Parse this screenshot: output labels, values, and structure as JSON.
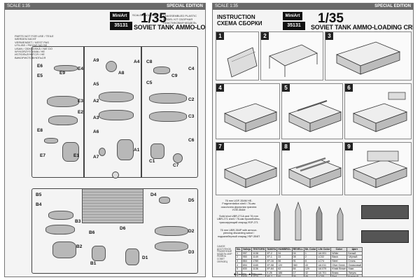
{
  "left_page": {
    "scale_label": "SCALE 1:35",
    "edition": "SPECIAL EDITION",
    "brand": "MiniArt",
    "code": "35131",
    "scale_big": "1/35",
    "scale_sub": "SCALE МАСШТАБ",
    "kit_text": "UNASSEMBLED PLASTIC MODEL KIT СБОРНАЯ ПЛАСТИКОВАЯ МОДЕЛЬ",
    "title": "SOVIET TANK AMMO-LOADING CREW",
    "parts_note": "PARTS NOT FOR USE / TEILE WERDEN NICHT VERWENDET / N'EST PAS UTILISE / PIEZAS NO SE USAN / ODKUDSKÁ / NIE DO WYKORZYSTANIA / НЕ ИСПОЛЬЗУЮТСЯ / НЕ ВИКОРИСТОВУЮТЬСЯ",
    "upper_labels": [
      "E6",
      "E5",
      "E9",
      "E4",
      "E2",
      "E3",
      "E8",
      "E7",
      "E1",
      "A9",
      "A5",
      "A4",
      "A8",
      "A2",
      "A3",
      "A6",
      "A7",
      "A1",
      "C8",
      "C5",
      "C9",
      "C4",
      "C2",
      "C3",
      "C6",
      "C1",
      "C7"
    ],
    "lower_labels": [
      "B5",
      "B4",
      "B3",
      "B6",
      "B2",
      "B1",
      "D4",
      "D5",
      "D6",
      "D2",
      "D3",
      "D1"
    ]
  },
  "right_page": {
    "scale_label": "SCALE 1:35",
    "edition": "SPECIAL EDITION",
    "brand": "MiniArt",
    "code": "35131",
    "scale_big": "1/35",
    "title": "SOVIET TANK AMMO-LOADING CREW",
    "instruction_en": "INSTRUCTION",
    "instruction_ru": "СХЕМА СБОРКИ",
    "steps": [
      "1",
      "2",
      "3",
      "4",
      "5",
      "6",
      "7",
      "8",
      "9"
    ],
    "ammo_notes": [
      "76 mm UOF-354M HE-Fragmentation shell / 76-мм осколочно-фугасная граната УОФ-354М",
      "Solid shot UBR-271A and 76 mm UBR-271 shell / 76-мм бронебойно-трассирующий снаряд УБР-271",
      "76 mm UBR-354P with armour-piercing discarding sabot / подкалиберный снаряд УБР-354П"
    ],
    "table_headers": [
      "No.",
      "Vallejo",
      "TESTORS",
      "TAMIYA",
      "HUMBROL",
      "REVELL",
      "Mr. Color",
      "Life Color",
      "Color",
      "Цвет"
    ],
    "table_rows": [
      [
        "1",
        "997",
        "1138",
        "XF-2",
        "34",
        "04",
        "1",
        "UA 001",
        "White",
        "Белый"
      ],
      [
        "2",
        "950",
        "1149",
        "XF-1",
        "33",
        "08",
        "2",
        "LC02",
        "Black",
        "Чёрный"
      ],
      [
        "3",
        "864",
        "1780",
        "XF-16",
        "56",
        "91",
        "8",
        "LC74",
        "Steel",
        "Сталь"
      ],
      [
        "4",
        "894",
        "1165",
        "XF-58",
        "120",
        "360",
        "43",
        "UA 011",
        "Olive Green",
        "Оливковый"
      ],
      [
        "5",
        "830",
        "1136",
        "XF-64",
        "62",
        "84",
        "129",
        "UA 079",
        "Khaki Brown",
        "Хаки"
      ],
      [
        "6",
        "—",
        "—",
        "X-26",
        "186",
        "17",
        "42",
        "UA 701",
        "Brass",
        "Латунь"
      ],
      [
        "7",
        "935",
        "1170",
        "XF-7",
        "60",
        "36",
        "49",
        "LC05",
        "Red",
        "Красный"
      ]
    ],
    "side_block": "САМОЕ ДОСТУПНОЕ УЛАЖЕННЫЙ МОДЕЛЬ МИР РЕЗИНА СОВЕТ ОБРАЗЕЦ",
    "legend_glue": "Cement",
    "legend_paint": "Вариант"
  },
  "colors": {
    "band": "#6a6a6a",
    "page": "#f4f4f4",
    "plastic": "#b8b8b8",
    "outline": "#444444"
  }
}
